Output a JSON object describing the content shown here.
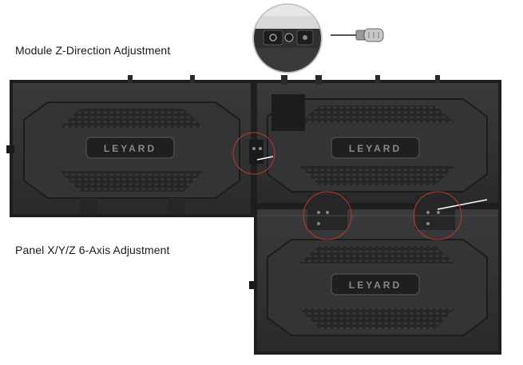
{
  "captions": {
    "module_z": "Module Z-Direction Adjustment",
    "panel_xyz": "Panel X/Y/Z 6-Axis Adjustment"
  },
  "logo_text": "LEYARD",
  "colors": {
    "panel_body": "#2e2e30",
    "panel_edge": "#1c1c1d",
    "panel_frame": "#3a3a3c",
    "highlight_circle": "#c0392b",
    "screwdriver_handle": "#c8c8c8",
    "screwdriver_shaft": "#555555"
  },
  "icons": {
    "tool": "screwdriver-icon",
    "detail": "magnified-detail-icon"
  }
}
